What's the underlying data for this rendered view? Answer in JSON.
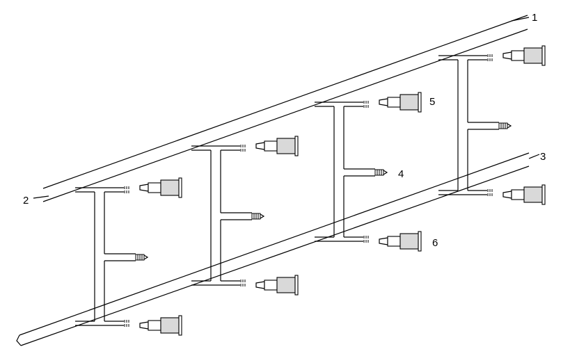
{
  "diagram": {
    "labels": {
      "rail_top_upper": "1",
      "rail_top_lower": "2",
      "rail_bottom": "3",
      "web_stiffener": "4",
      "top_flange_stiffener": "5",
      "bottom_flange_stiffener": "6"
    },
    "frame_count": 4,
    "fastener_count_per_frame": 3,
    "colors": {
      "line": "#000000",
      "fastener_body": "#d9d9d9",
      "background": "#ffffff"
    }
  }
}
